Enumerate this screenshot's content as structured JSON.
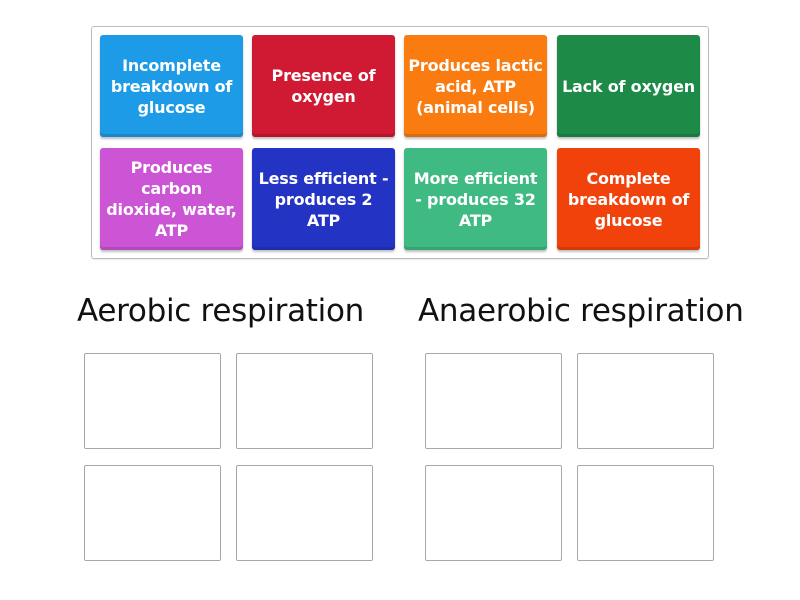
{
  "pool": {
    "cards": [
      {
        "label": "Incomplete breakdown of glucose",
        "color": "#1d9be6"
      },
      {
        "label": "Presence of oxygen",
        "color": "#d01a33"
      },
      {
        "label": "Produces lactic acid, ATP (animal cells)",
        "color": "#fa7c11"
      },
      {
        "label": "Lack of oxygen",
        "color": "#1e8a48"
      },
      {
        "label": "Produces carbon dioxide, water, ATP",
        "color": "#cc55d6"
      },
      {
        "label": "Less efficient - produces 2 ATP",
        "color": "#2334c4"
      },
      {
        "label": "More efficient - produces 32 ATP",
        "color": "#3fba83"
      },
      {
        "label": "Complete breakdown of glucose",
        "color": "#f2420b"
      }
    ]
  },
  "groups": [
    {
      "title": "Aerobic respiration",
      "slots": 4
    },
    {
      "title": "Anaerobic respiration",
      "slots": 4
    }
  ]
}
